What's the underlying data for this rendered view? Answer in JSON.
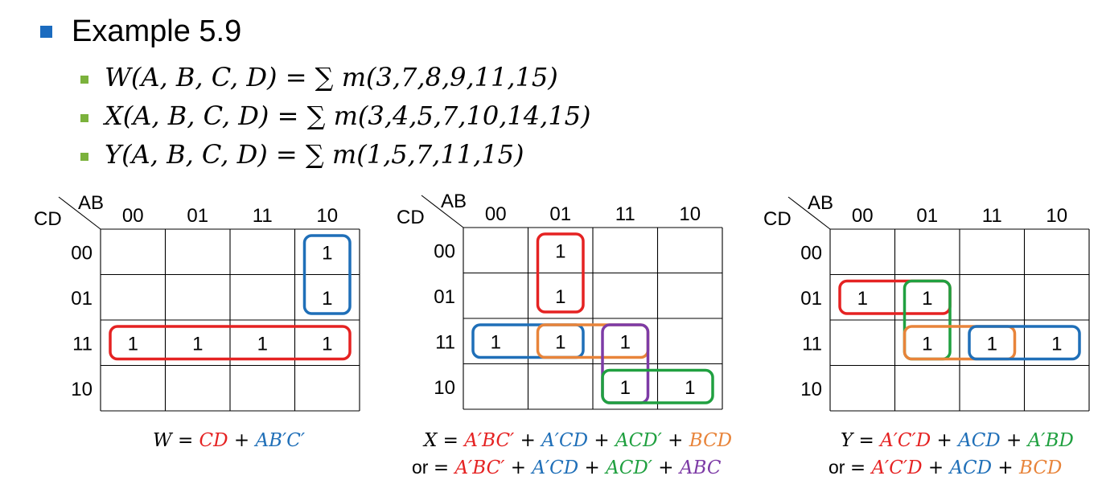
{
  "title": "Example 5.9",
  "equations": [
    "W(A, B, C, D) = ∑ m(3,7,8,9,11,15)",
    "X(A, B, C, D) = ∑ m(3,4,5,7,10,14,15)",
    "Y(A, B, C, D) = ∑ m(1,5,7,11,15)"
  ],
  "kmap_labels": {
    "row_var": "CD",
    "col_var": "AB",
    "col_codes": [
      "00",
      "01",
      "11",
      "10"
    ],
    "row_codes": [
      "00",
      "01",
      "11",
      "10"
    ]
  },
  "colors": {
    "red": "#e52222",
    "blue": "#1f6fb8",
    "green": "#20a040",
    "orange": "#e8843a",
    "purple": "#7d3ba6"
  },
  "maps": [
    {
      "id": "W",
      "ones": [
        [
          0,
          3
        ],
        [
          1,
          3
        ],
        [
          2,
          0
        ],
        [
          2,
          1
        ],
        [
          2,
          2
        ],
        [
          2,
          3
        ]
      ],
      "groups": [
        {
          "color": "blue",
          "r0": 0,
          "c0": 3,
          "r1": 1,
          "c1": 3
        },
        {
          "color": "red",
          "r0": 2,
          "c0": 0,
          "r1": 2,
          "c1": 3
        }
      ]
    },
    {
      "id": "X",
      "ones": [
        [
          0,
          1
        ],
        [
          1,
          1
        ],
        [
          2,
          0
        ],
        [
          2,
          1
        ],
        [
          2,
          2
        ],
        [
          3,
          2
        ],
        [
          3,
          3
        ]
      ],
      "groups": [
        {
          "color": "red",
          "r0": 0,
          "c0": 1,
          "r1": 1,
          "c1": 1
        },
        {
          "color": "blue",
          "r0": 2,
          "c0": 0,
          "r1": 2,
          "c1": 1
        },
        {
          "color": "orange",
          "r0": 2,
          "c0": 1,
          "r1": 2,
          "c1": 2
        },
        {
          "color": "purple",
          "r0": 2,
          "c0": 2,
          "r1": 3,
          "c1": 2
        },
        {
          "color": "green",
          "r0": 3,
          "c0": 2,
          "r1": 3,
          "c1": 3
        }
      ]
    },
    {
      "id": "Y",
      "ones": [
        [
          1,
          0
        ],
        [
          1,
          1
        ],
        [
          2,
          1
        ],
        [
          2,
          2
        ],
        [
          2,
          3
        ]
      ],
      "groups": [
        {
          "color": "red",
          "r0": 1,
          "c0": 0,
          "r1": 1,
          "c1": 1
        },
        {
          "color": "green",
          "r0": 1,
          "c0": 1,
          "r1": 2,
          "c1": 1
        },
        {
          "color": "orange",
          "r0": 2,
          "c0": 1,
          "r1": 2,
          "c1": 2
        },
        {
          "color": "blue",
          "r0": 2,
          "c0": 2,
          "r1": 2,
          "c1": 3
        }
      ]
    }
  ],
  "results": {
    "W": {
      "lhs": "W =",
      "terms": [
        {
          "t": "CD",
          "c": "red"
        },
        {
          "t": "AB′C′",
          "c": "blue"
        }
      ]
    },
    "X1": {
      "lhs": "X =",
      "terms": [
        {
          "t": "A′BC′",
          "c": "red"
        },
        {
          "t": "A′CD",
          "c": "blue"
        },
        {
          "t": "ACD′",
          "c": "green"
        },
        {
          "t": "BCD",
          "c": "orange"
        }
      ]
    },
    "X2": {
      "prefix": "or",
      "lhs": "=",
      "terms": [
        {
          "t": "A′BC′",
          "c": "red"
        },
        {
          "t": "A′CD",
          "c": "blue"
        },
        {
          "t": "ACD′",
          "c": "green"
        },
        {
          "t": "ABC",
          "c": "purple"
        }
      ]
    },
    "Y1": {
      "lhs": "Y =",
      "terms": [
        {
          "t": "A′C′D",
          "c": "red"
        },
        {
          "t": "ACD",
          "c": "blue"
        },
        {
          "t": "A′BD",
          "c": "green"
        }
      ]
    },
    "Y2": {
      "prefix": "or",
      "lhs": "=",
      "terms": [
        {
          "t": "A′C′D",
          "c": "red"
        },
        {
          "t": "ACD",
          "c": "blue"
        },
        {
          "t": "BCD",
          "c": "orange"
        }
      ]
    },
    "plus": "+",
    "one": "1"
  }
}
